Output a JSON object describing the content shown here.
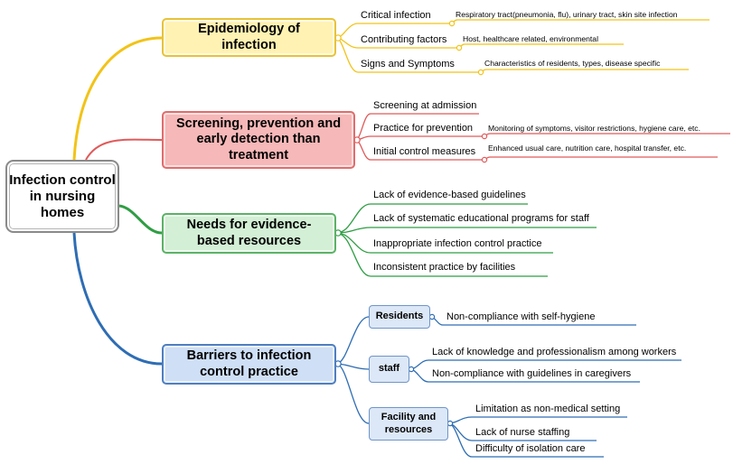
{
  "central": "Infection control in nursing homes",
  "colors": {
    "epidemiology": "#f2c318",
    "screening": "#e05a5a",
    "needs": "#2f9e44",
    "barriers": "#2e6db4"
  },
  "branches": {
    "epidemiology": {
      "title": "Epidemiology of infection",
      "items": [
        {
          "label": "Critical infection",
          "detail": "Respiratory tract(pneumonia, flu), urinary tract, skin site infection"
        },
        {
          "label": "Contributing factors",
          "detail": "Host, healthcare related, environmental"
        },
        {
          "label": "Signs and Symptoms",
          "detail": "Characteristics of residents, types, disease specific"
        }
      ]
    },
    "screening": {
      "title": "Screening, prevention and early detection than treatment",
      "items": [
        {
          "label": "Screening at admission",
          "detail": ""
        },
        {
          "label": "Practice for prevention",
          "detail": "Monitoring of symptoms, visitor restrictions, hygiene care, etc."
        },
        {
          "label": "Initial control measures",
          "detail": "Enhanced usual care, nutrition care, hospital transfer, etc."
        }
      ]
    },
    "needs": {
      "title": "Needs for evidence-based resources",
      "items": [
        {
          "label": "Lack of evidence-based guidelines"
        },
        {
          "label": "Lack of systematic educational programs for staff"
        },
        {
          "label": "Inappropriate infection control practice"
        },
        {
          "label": "Inconsistent practice by facilities"
        }
      ]
    },
    "barriers": {
      "title": "Barriers to infection control practice",
      "groups": [
        {
          "label": "Residents",
          "items": [
            "Non-compliance with self-hygiene"
          ]
        },
        {
          "label": "staff",
          "items": [
            "Lack of knowledge and professionalism among workers",
            "Non-compliance with guidelines in caregivers"
          ]
        },
        {
          "label": "Facility and resources",
          "items": [
            "Limitation as non-medical setting",
            "Lack of nurse staffing",
            "Difficulty of isolation care"
          ]
        }
      ]
    }
  }
}
